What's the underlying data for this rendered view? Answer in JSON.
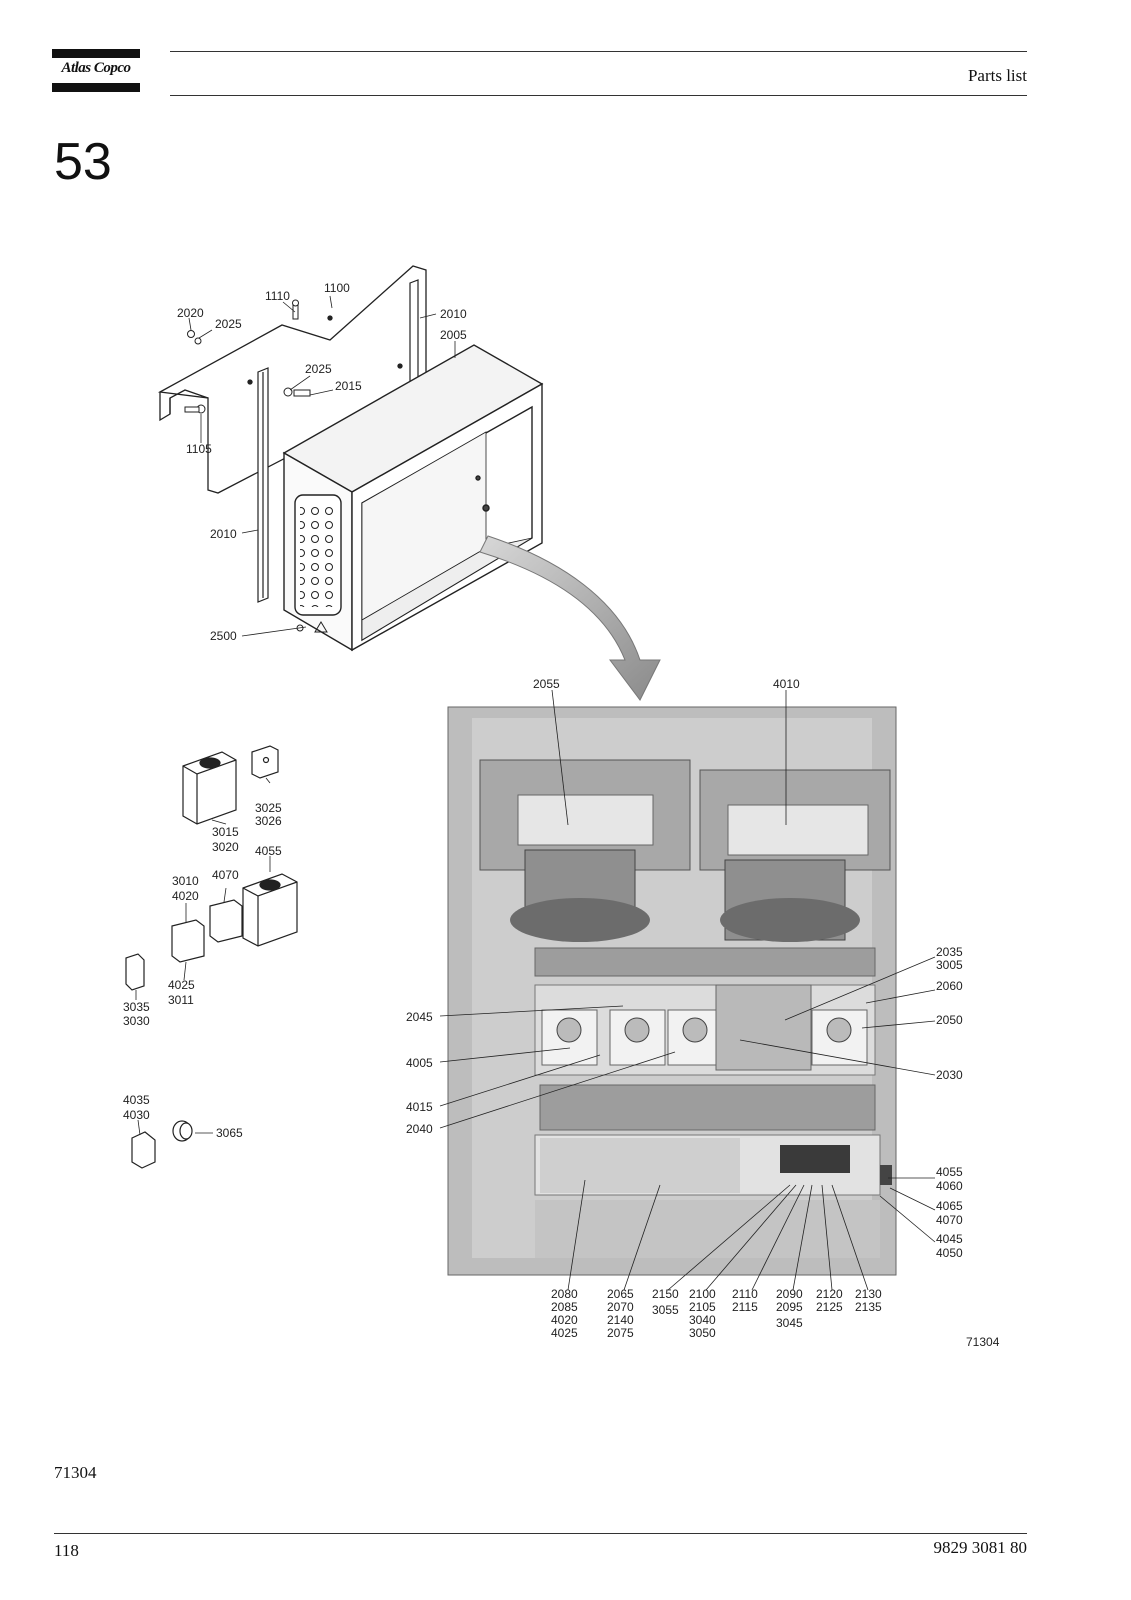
{
  "brand": "Atlas Copco",
  "header": {
    "title": "Parts list"
  },
  "chapter_number": "53",
  "figure": {
    "drawing_id": "71304",
    "callouts": {
      "c1100": "1100",
      "c1110": "1110",
      "c2020": "2020",
      "c2025a": "2025",
      "c2010a": "2010",
      "c2005": "2005",
      "c2025b": "2025",
      "c2015": "2015",
      "c1105": "1105",
      "c2010b": "2010",
      "c2500": "2500",
      "c2055": "2055",
      "c4010": "4010",
      "c3025": "3025",
      "c3026": "3026",
      "c3015": "3015",
      "c3020": "3020",
      "c4055a": "4055",
      "c3010": "3010",
      "c4070a": "4070",
      "c4020a": "4020",
      "c4025a": "4025",
      "c3011": "3011",
      "c3035": "3035",
      "c3030": "3030",
      "c4035": "4035",
      "c4030": "4030",
      "c3065": "3065",
      "c2035": "2035",
      "c3005": "3005",
      "c2060": "2060",
      "c2045": "2045",
      "c2050": "2050",
      "c4005": "4005",
      "c2030": "2030",
      "c4015": "4015",
      "c2040": "2040",
      "c4055b": "4055",
      "c4060": "4060",
      "c4065": "4065",
      "c4070b": "4070",
      "c4045": "4045",
      "c4050": "4050",
      "c2080": "2080",
      "c2085": "2085",
      "c4020b": "4020",
      "c4025b": "4025",
      "c2065": "2065",
      "c2070": "2070",
      "c2140": "2140",
      "c2075": "2075",
      "c2150": "2150",
      "c3055": "3055",
      "c2100": "2100",
      "c2105": "2105",
      "c3040": "3040",
      "c3050": "3050",
      "c2110": "2110",
      "c2115": "2115",
      "c2090": "2090",
      "c2095": "2095",
      "c3045": "3045",
      "c2120": "2120",
      "c2125": "2125",
      "c2130": "2130",
      "c2135": "2135"
    }
  },
  "footer": {
    "figure_ref": "71304",
    "page_number": "118",
    "doc_number": "9829 3081 80"
  }
}
